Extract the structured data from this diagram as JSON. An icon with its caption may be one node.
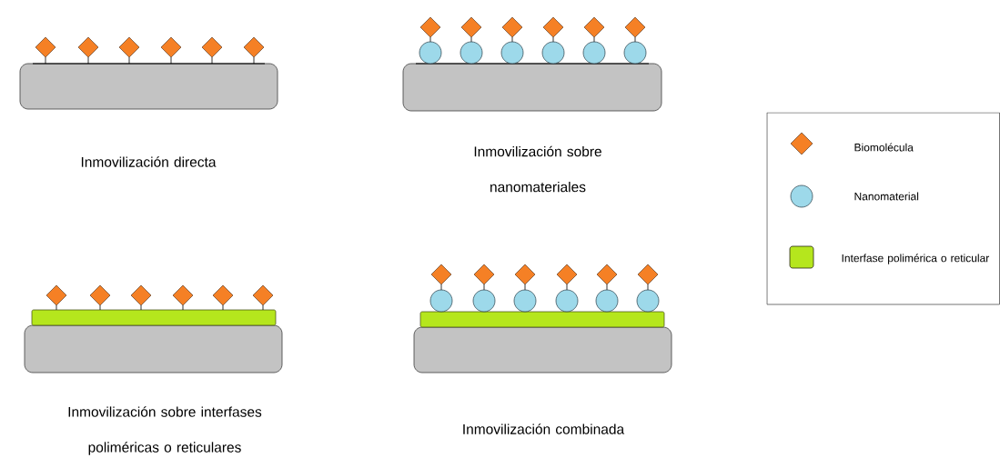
{
  "diagram": {
    "labels": [
      "Inmovilización directa",
      "Inmovilización sobre nanomateriales",
      "Inmovilización sobre interfases poliméricas o reticulares",
      "Inmovilización combinada"
    ],
    "legend": [
      {
        "text": "Biomolécula",
        "color": "#f58025"
      },
      {
        "text": "Nanomaterial",
        "color": "#9dd9ea"
      },
      {
        "text": "Interfase polimérica o reticular",
        "color": "#b5e61d"
      }
    ]
  }
}
